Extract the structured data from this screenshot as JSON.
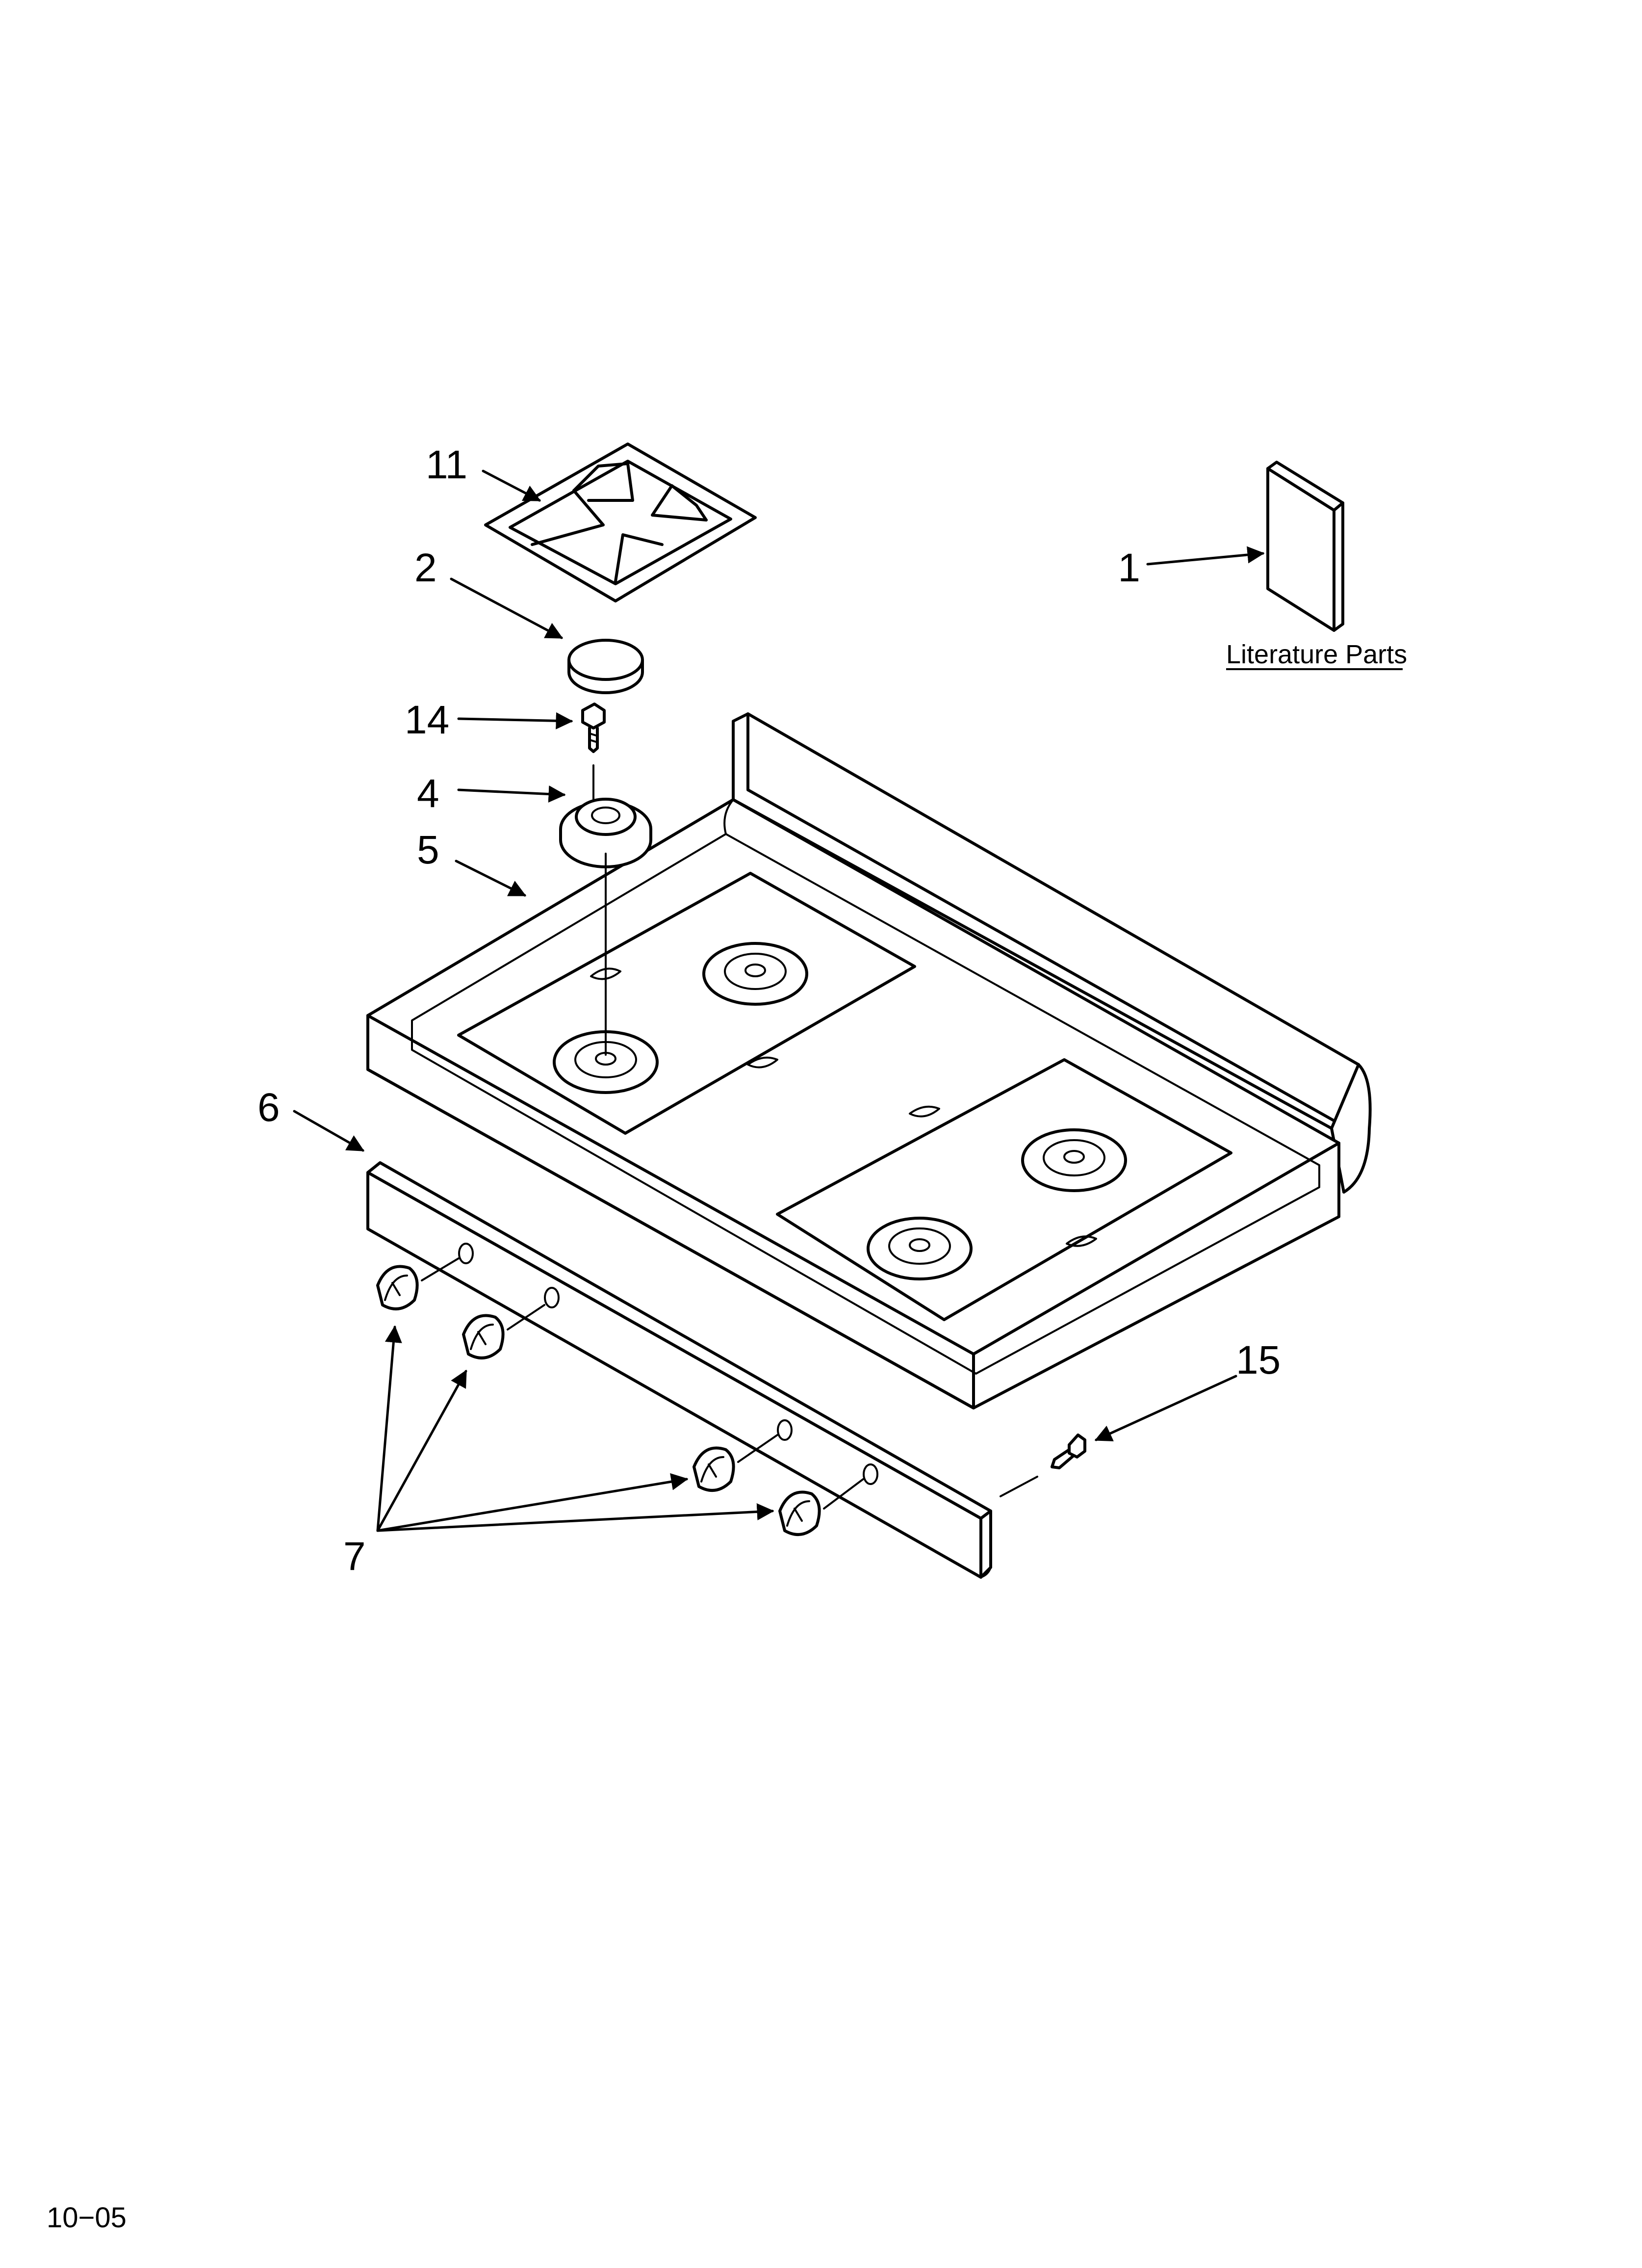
{
  "callouts": {
    "c1": "1",
    "c2": "2",
    "c4": "4",
    "c5": "5",
    "c6": "6",
    "c7": "7",
    "c11": "11",
    "c14": "14",
    "c15": "15"
  },
  "literature_label": "Literature Parts",
  "footer_code": "10−05"
}
